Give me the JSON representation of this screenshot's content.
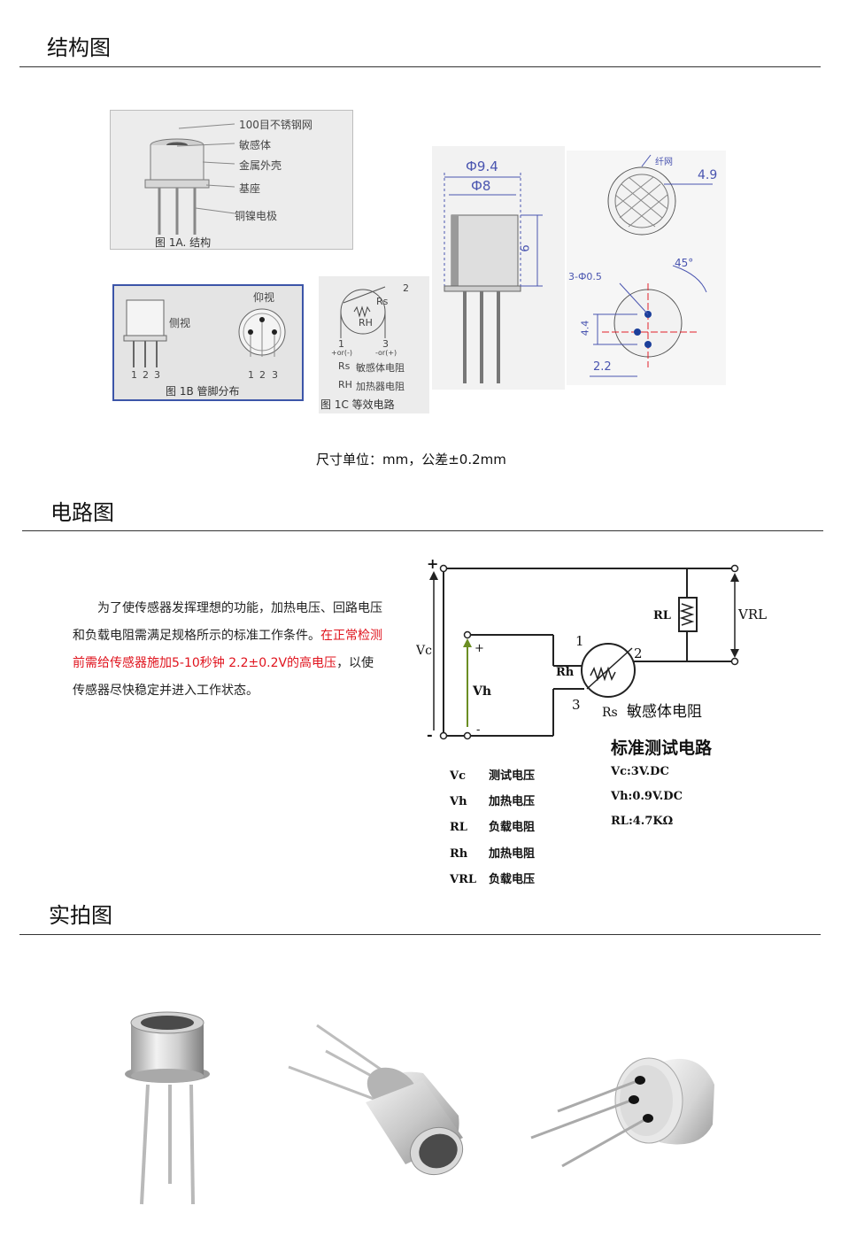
{
  "sections": {
    "structure": {
      "title": "结构图",
      "fig1a": {
        "labels": [
          "100目不锈钢网",
          "敏感体",
          "金属外壳",
          "基座",
          "铜镍电极"
        ],
        "caption": "图 1A. 结构"
      },
      "fig1b": {
        "side_label": "侧视",
        "top_label": "仰视",
        "pins": [
          "1",
          "2",
          "3"
        ],
        "caption": "图 1B 管脚分布"
      },
      "fig1c": {
        "pin2": "2",
        "rs_label": "Rs",
        "rh_label": "RH",
        "pin1": "1",
        "pin3": "3",
        "pin1_sign": "+or(-)",
        "pin3_sign": "-or(+)",
        "legend_rs": "敏感体电阻",
        "legend_rh": "加热器电阻",
        "caption": "图 1C 等效电路"
      },
      "dims": {
        "d94": "Ф9.4",
        "d8": "Ф8",
        "h6": "6",
        "r49": "4.9",
        "mesh": "纤网",
        "holes": "3-Ф0.5",
        "angle": "45°",
        "d44": "4.4",
        "d22": "2.2"
      },
      "units_note": "尺寸单位：mm，公差±0.2mm"
    },
    "circuit": {
      "title": "电路图",
      "para_start": "为了使传感器发挥理想的功能，加热电压、回路电压和负载电阻需满足规格所示的标准工作条件。",
      "para_red": "在正常检测前需给传感器施加5-10秒钟 2.2±0.2V的高电压",
      "para_end": "，以使传感器尽快稳定并进入工作状态。",
      "diagram": {
        "plus": "+",
        "minus": "-",
        "vc": "Vc",
        "vh": "Vh",
        "vh_plus": "+",
        "vh_minus": "-",
        "rl": "RL",
        "vrl": "VRL",
        "rh": "Rh",
        "n1": "1",
        "n2": "2",
        "n3": "3",
        "rs": "Rs",
        "rs_desc": "敏感体电阻",
        "title": "标准测试电路"
      },
      "legend": [
        {
          "key": "Vc",
          "value": "测试电压"
        },
        {
          "key": "Vh",
          "value": "加热电压"
        },
        {
          "key": "RL",
          "value": "负载电阻"
        },
        {
          "key": "Rh",
          "value": "加热电阻"
        },
        {
          "key": "VRL",
          "value": "负载电压"
        }
      ],
      "specs": [
        "Vc:3V.DC",
        "Vh:0.9V.DC",
        "RL:4.7KΩ"
      ]
    },
    "photos": {
      "title": "实拍图"
    }
  }
}
